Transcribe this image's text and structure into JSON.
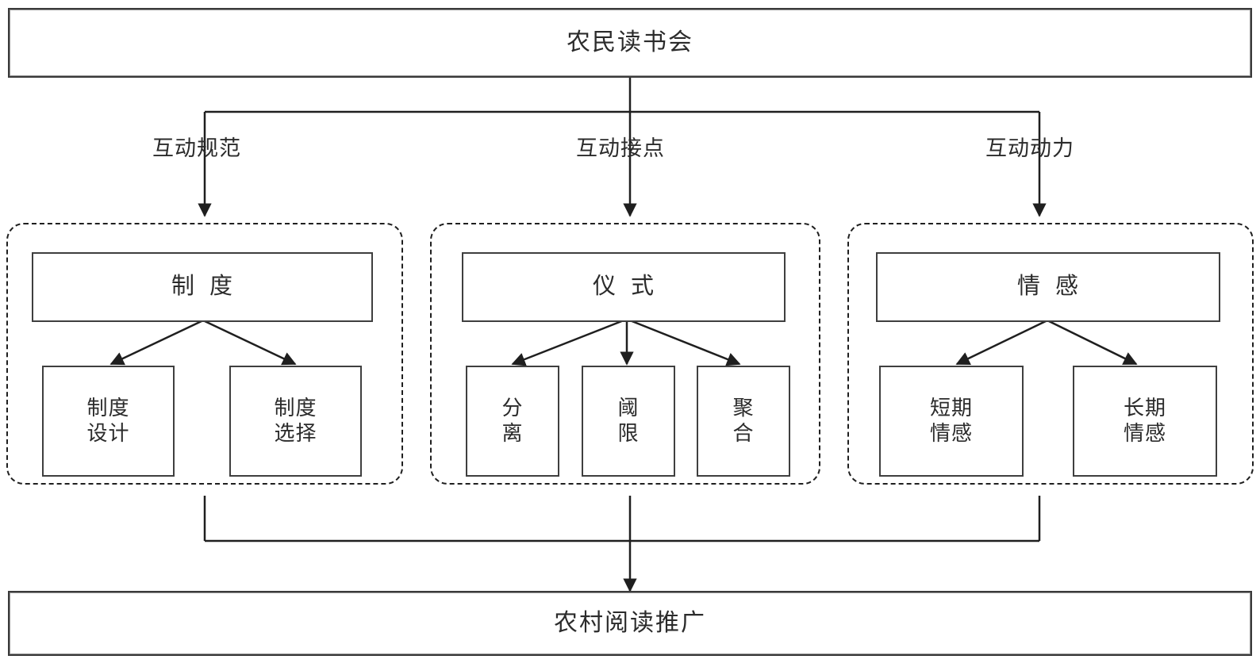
{
  "diagram": {
    "title_box": {
      "label": "农民读书会"
    },
    "outcome_box": {
      "label": "农村阅读推广"
    },
    "edge_labels": [
      {
        "id": "norms",
        "label": "互动规范"
      },
      {
        "id": "contact",
        "label": "互动接点"
      },
      {
        "id": "dynamics",
        "label": "互动动力"
      }
    ],
    "groups": [
      {
        "id": "institution",
        "head": {
          "char1": "制",
          "char2": "度"
        },
        "leaves": [
          {
            "line1": "制度",
            "line2": "设计"
          },
          {
            "line1": "制度",
            "line2": "选择"
          }
        ]
      },
      {
        "id": "ritual",
        "head": {
          "char1": "仪",
          "char2": "式"
        },
        "leaves": [
          {
            "line1": "分",
            "line2": "离"
          },
          {
            "line1": "阈",
            "line2": "限"
          },
          {
            "line1": "聚",
            "line2": "合"
          }
        ]
      },
      {
        "id": "emotion",
        "head": {
          "char1": "情",
          "char2": "感"
        },
        "leaves": [
          {
            "line1": "短期",
            "line2": "情感"
          },
          {
            "line1": "长期",
            "line2": "情感"
          }
        ]
      }
    ],
    "colors": {
      "line": "#1f1f1f",
      "box_border": "#3f3f3f",
      "text": "#2b2b2b",
      "background": "#ffffff"
    }
  }
}
